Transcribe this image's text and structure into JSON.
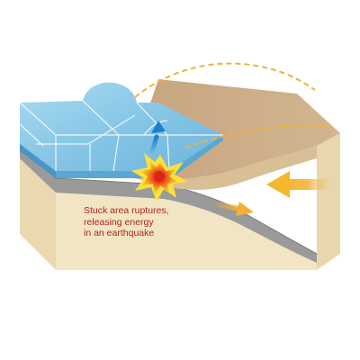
{
  "annotation": {
    "lines": [
      "Stuck area ruptures,",
      "releasing energy",
      "in an earthquake"
    ]
  },
  "colors": {
    "ocean": "#8fcbe8",
    "ocean_grid": "#ffffff",
    "sand_top": "#c9aa85",
    "sand_side": "#f1e5c4",
    "plate": "#9a9a9a",
    "arrow_blue": "#1a7fd1",
    "arrow_orange": "#f2b134",
    "burst_outer": "#f6c21a",
    "burst_inner": "#e2361c",
    "label": "#b3221b"
  },
  "icons": {
    "rupture": "explosion-burst-icon",
    "uplift": "up-arrow-icon",
    "plate_motion": "left-arrow-icon",
    "subduction": "right-arrow-icon"
  }
}
